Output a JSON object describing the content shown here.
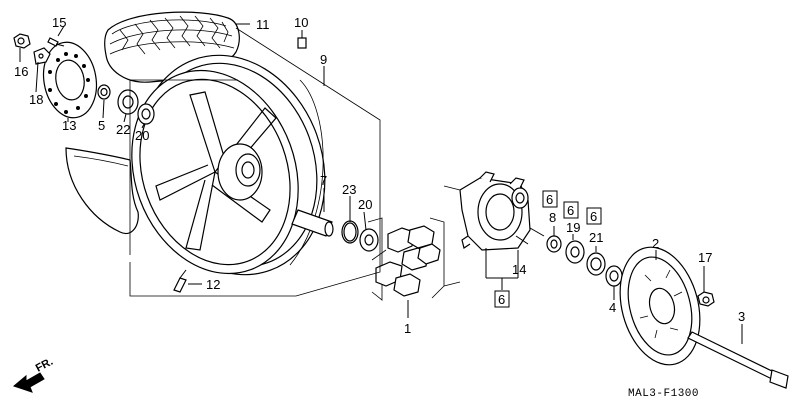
{
  "diagram": {
    "drawing_code": "MAL3-F1300",
    "direction_label": "FR.",
    "callouts": [
      "15",
      "16",
      "18",
      "13",
      "5",
      "22",
      "20",
      "11",
      "10",
      "9",
      "7",
      "23",
      "20",
      "12",
      "1",
      "14",
      "6",
      "8",
      "6",
      "19",
      "6",
      "21",
      "2",
      "17",
      "4",
      "3",
      "6"
    ],
    "boxed_callouts": [
      "6",
      "6",
      "6",
      "6"
    ]
  }
}
